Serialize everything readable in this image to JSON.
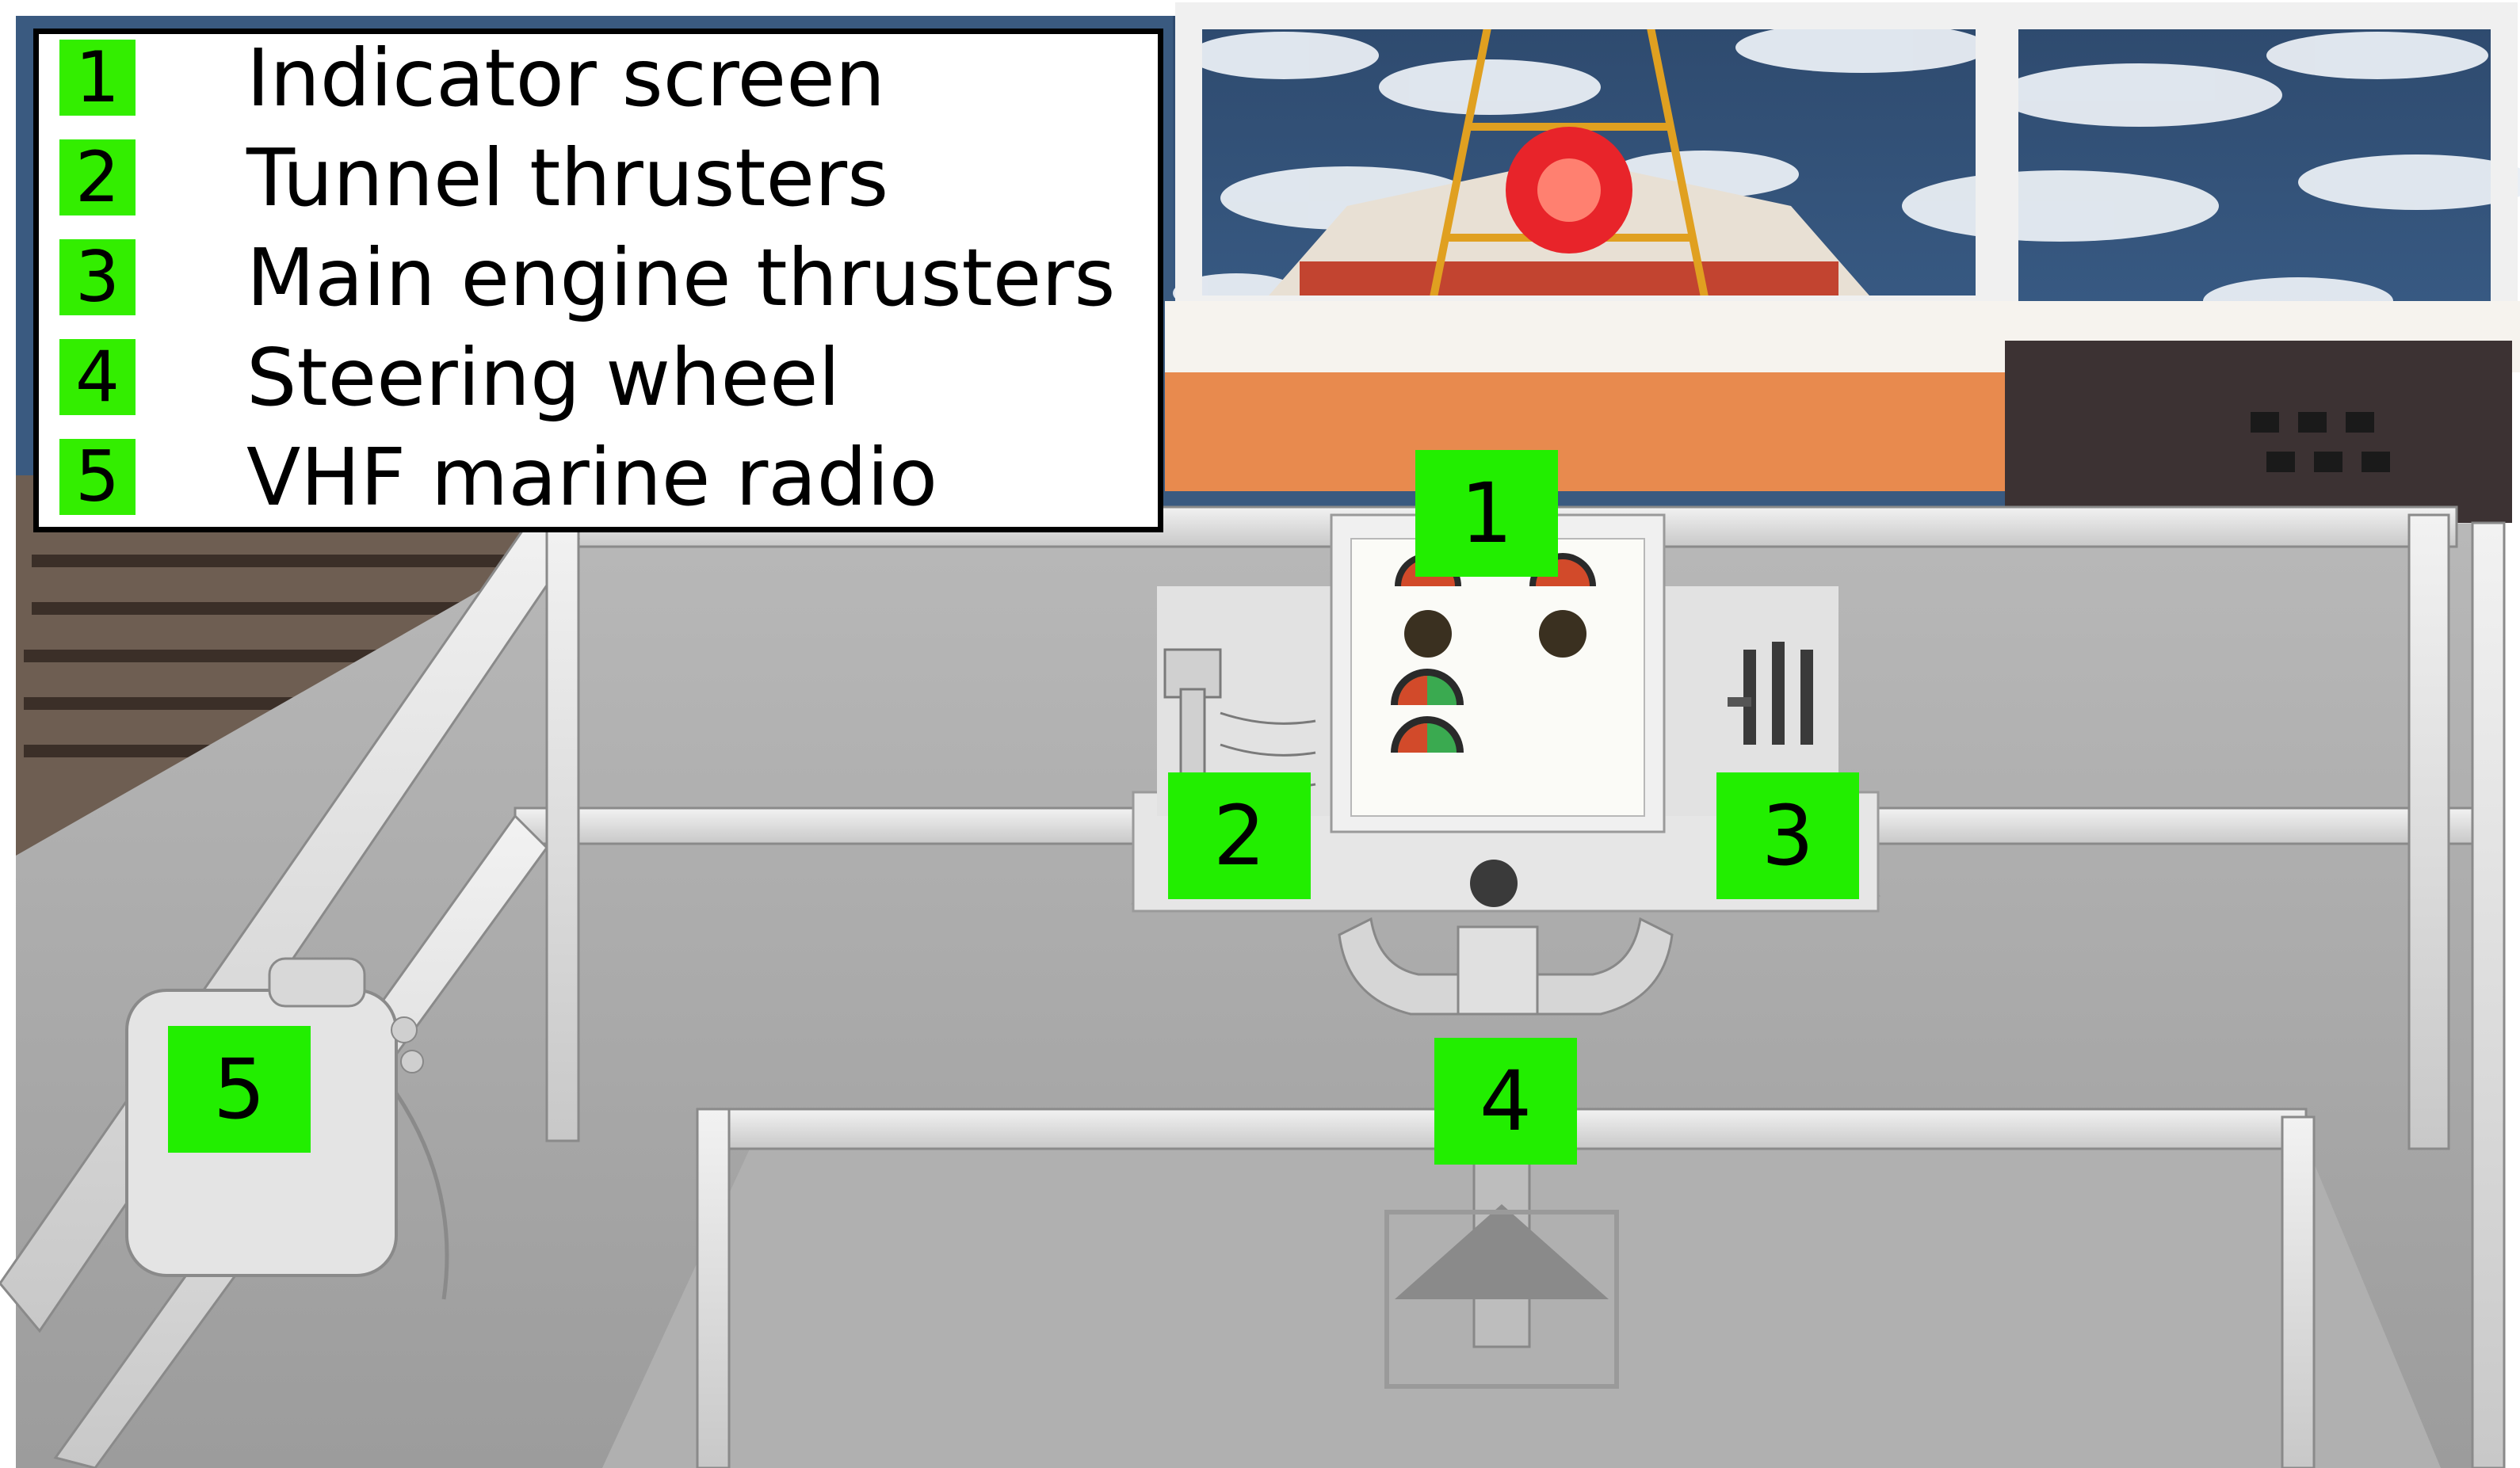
{
  "legend": {
    "items": [
      {
        "number": "1",
        "label": "Indicator screen"
      },
      {
        "number": "2",
        "label": "Tunnel thrusters"
      },
      {
        "number": "3",
        "label": "Main engine thrusters"
      },
      {
        "number": "4",
        "label": "Steering wheel"
      },
      {
        "number": "5",
        "label": "VHF marine radio"
      }
    ]
  },
  "markers": {
    "indicator_screen": "1",
    "tunnel_thrusters": "2",
    "main_engine_thrusters": "3",
    "steering_wheel": "4",
    "vhf_marine_radio": "5"
  },
  "colors": {
    "marker_green": "#22ee00",
    "legend_green": "#33ee00",
    "floor_gray": "#a9a9a9",
    "railing_white": "#e4e4e4"
  },
  "icons": [
    "ship-bridge-scene",
    "gauge-icon",
    "lever-icon",
    "steering-wheel-icon",
    "radio-icon"
  ]
}
